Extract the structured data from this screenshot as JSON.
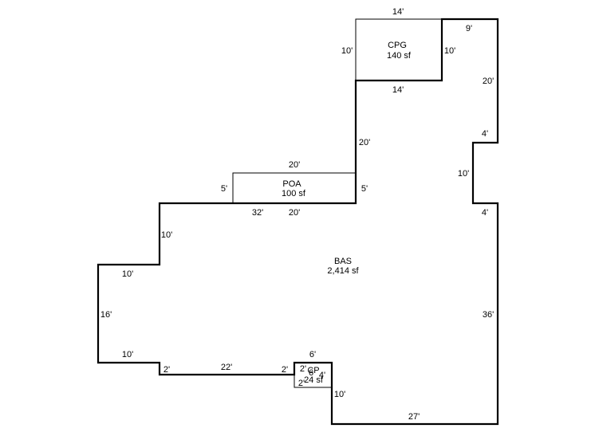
{
  "sketch": {
    "colors": {
      "line": "#000000",
      "background": "#ffffff"
    },
    "areas": {
      "bas": {
        "code": "BAS",
        "area": "2,414 sf"
      },
      "cpg": {
        "code": "CPG",
        "area": "140 sf"
      },
      "poa": {
        "code": "POA",
        "area": "100 sf"
      },
      "cp": {
        "code": "CP",
        "area": "24 sf",
        "overlap_digits": "6",
        "overlap_dim": "4'"
      }
    },
    "dimensions": {
      "cpg_top": "14'",
      "cpg_left": "10'",
      "cpg_right": "10'",
      "cpg_bottom": "14'",
      "top_right": "9'",
      "right_upper": "20'",
      "step_in_top": "4'",
      "step_in_height": "10'",
      "step_in_bottom": "4'",
      "right_lower": "36'",
      "bottom_right": "27'",
      "notch_right": "10'",
      "cp_top": "6'",
      "cp_left_top": "2'",
      "cp_left_bottom": "2'",
      "bottom_middle": "22'",
      "bottom_left_end": "2'",
      "bottom_notch_end": "2'",
      "left_lower_step": "10'",
      "left_side": "16'",
      "left_upper_step": "10'",
      "left_upper_rise": "10'",
      "top_left_run": "32'",
      "top_poa_run": "20'",
      "poa_top": "20'",
      "poa_left": "5'",
      "poa_right": "5'",
      "central_rise": "20'"
    }
  }
}
